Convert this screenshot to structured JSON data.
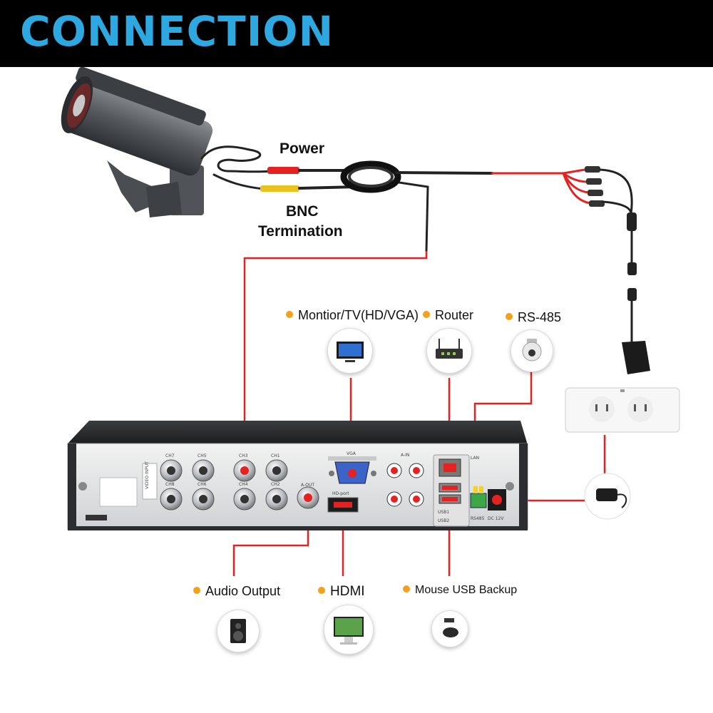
{
  "header": {
    "title": "CONNECTION"
  },
  "camera_labels": {
    "power": "Power",
    "bnc_line1": "BNC",
    "bnc_line2": "Termination"
  },
  "ports": {
    "monitor": "Montior/TV(HD/VGA)",
    "router": "Router",
    "rs485": "RS-485",
    "audio": "Audio Output",
    "hdmi": "HDMI",
    "usb": "Mouse USB Backup"
  },
  "dvr_panel": {
    "video_input": "VIDEO INPUT",
    "ch": [
      "CH7",
      "CH5",
      "CH3",
      "CH1",
      "CH8",
      "CH6",
      "CH4",
      "CH2"
    ],
    "vga": "VGA",
    "hdport": "HD-port",
    "a_in": "A-IN",
    "a_out": "A-OUT",
    "lan": "LAN",
    "usb1": "USB1",
    "usb2": "USB2",
    "rs485": "RS485",
    "dc": "DC 12V"
  },
  "colors": {
    "accent": "#2ea8e0",
    "cable": "#e52222",
    "bullet": "#f5a01b",
    "header_bg": "#000000"
  }
}
